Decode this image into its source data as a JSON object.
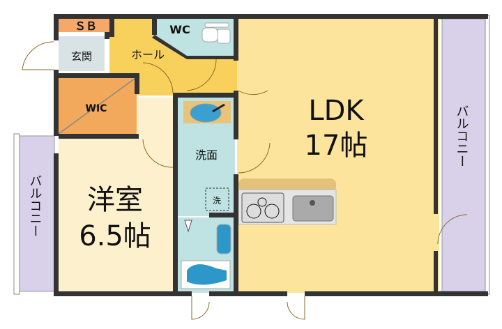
{
  "rooms": {
    "sb": "ＳＢ",
    "genkan": "玄関",
    "hall": "ホール",
    "wc": "WC",
    "wic": "WIC",
    "senmen": "洗面",
    "sen": "洗",
    "ldk_name": "LDK",
    "ldk_size": "17帖",
    "youshitsu_name": "洋室",
    "youshitsu_size": "6.5帖",
    "balcony_right": "バルコニー",
    "balcony_left": "バルコニー"
  },
  "colors": {
    "wall": "#333333",
    "ldk": "#fde49c",
    "hall": "#f8d15c",
    "wic": "#f3a95c",
    "sb": "#f4a86a",
    "youshitsu": "#fdf0cd",
    "wet": "#bfe2e2",
    "genkan": "#d9e3e6",
    "balcony": "#d9d0ea"
  }
}
